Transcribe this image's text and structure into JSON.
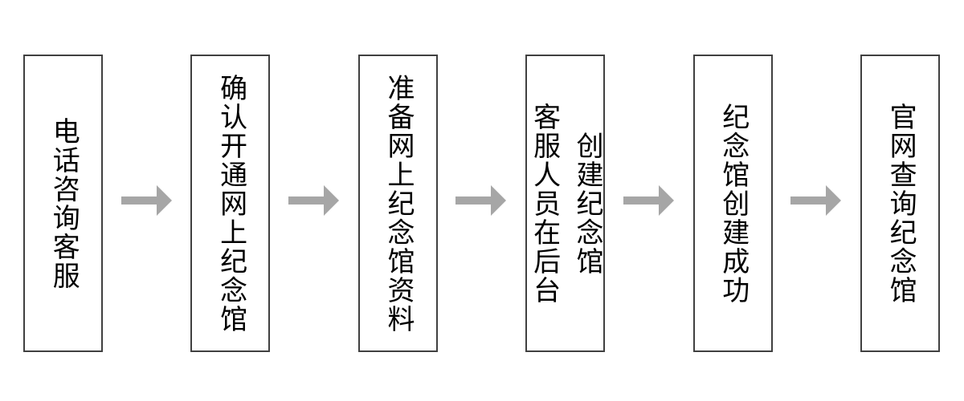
{
  "diagram": {
    "type": "flowchart",
    "direction": "left-to-right",
    "steps": [
      {
        "label": "电话咨询客服",
        "lines": [
          "电话咨询客服"
        ]
      },
      {
        "label": "确认开通网上纪念馆",
        "lines": [
          "确认开通网上纪念馆"
        ]
      },
      {
        "label": "准备网上纪念馆资料",
        "lines": [
          "准备网上纪念馆资料"
        ]
      },
      {
        "label": "客服人员在后台创建纪念馆",
        "lines": [
          "客服人员在后台",
          "创建纪念馆"
        ]
      },
      {
        "label": "纪念馆创建成功",
        "lines": [
          "纪念馆创建成功"
        ]
      },
      {
        "label": "官网查询纪念馆",
        "lines": [
          "官网查询纪念馆"
        ]
      }
    ],
    "connector": {
      "icon": "right-arrow",
      "count": 5
    }
  },
  "colors": {
    "box_border": "#404040",
    "box_fill": "#ffffff",
    "text": "#000000",
    "arrow": "#a6a6a6",
    "background": "#ffffff"
  }
}
